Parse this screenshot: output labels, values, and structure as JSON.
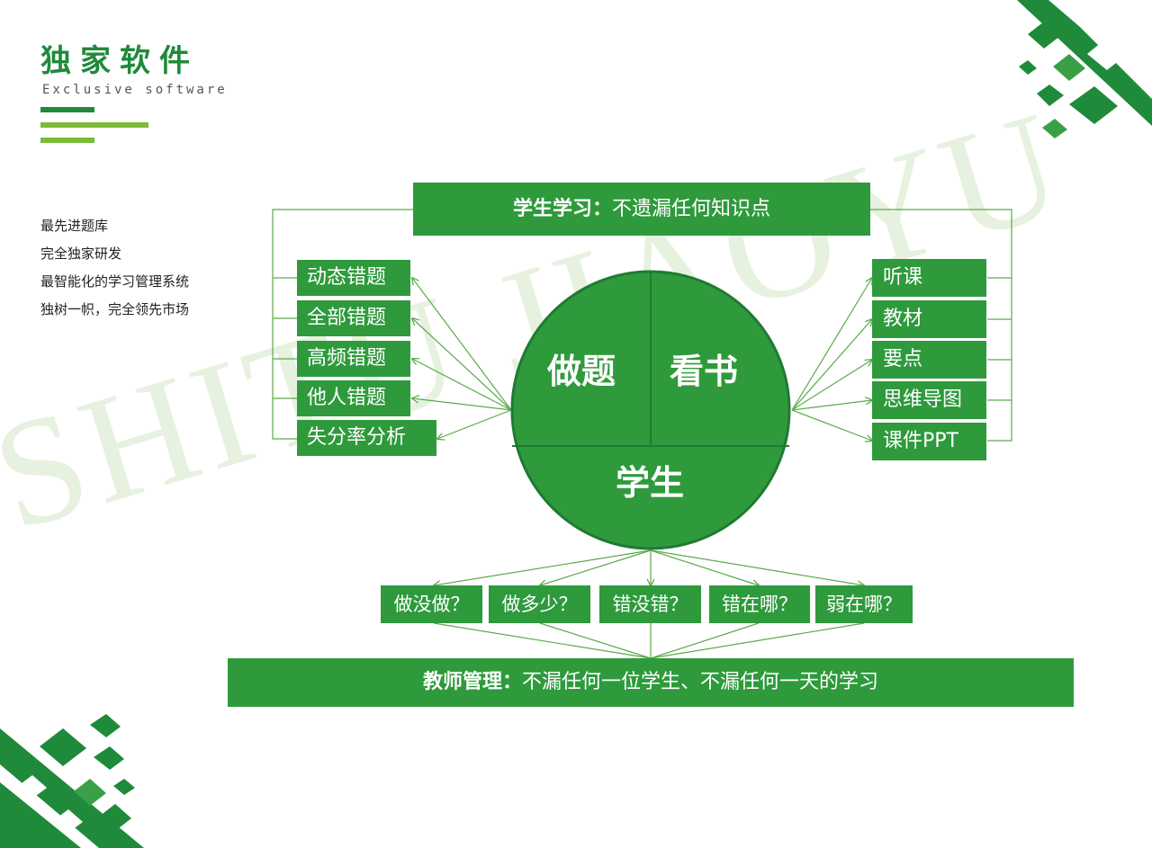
{
  "brand": {
    "title": "独家软件",
    "subtitle": "Exclusive software"
  },
  "features": [
    "最先进题库",
    "完全独家研发",
    "最智能化的学习管理系统",
    "独树一帜，完全领先市场"
  ],
  "watermark": "SHITU JIAOYU",
  "student_banner": {
    "bold": "学生学习：",
    "text": "不遗漏任何知识点"
  },
  "teacher_banner": {
    "bold": "教师管理：",
    "text": "不漏任何一位学生、不漏任何一天的学习"
  },
  "circle": {
    "left": "做题",
    "right": "看书",
    "bottom": "学生"
  },
  "left_items": [
    "动态错题",
    "全部错题",
    "高频错题",
    "他人错题",
    "失分率分析"
  ],
  "right_items": [
    "听课",
    "教材",
    "要点",
    "思维导图",
    "课件PPT"
  ],
  "questions": [
    "做没做？",
    "做多少？",
    "错没错？",
    "错在哪？",
    "弱在哪？"
  ],
  "colors": {
    "primary": "#2e9a3c",
    "dark": "#1f7a33",
    "accent": "#7cbb3a"
  }
}
